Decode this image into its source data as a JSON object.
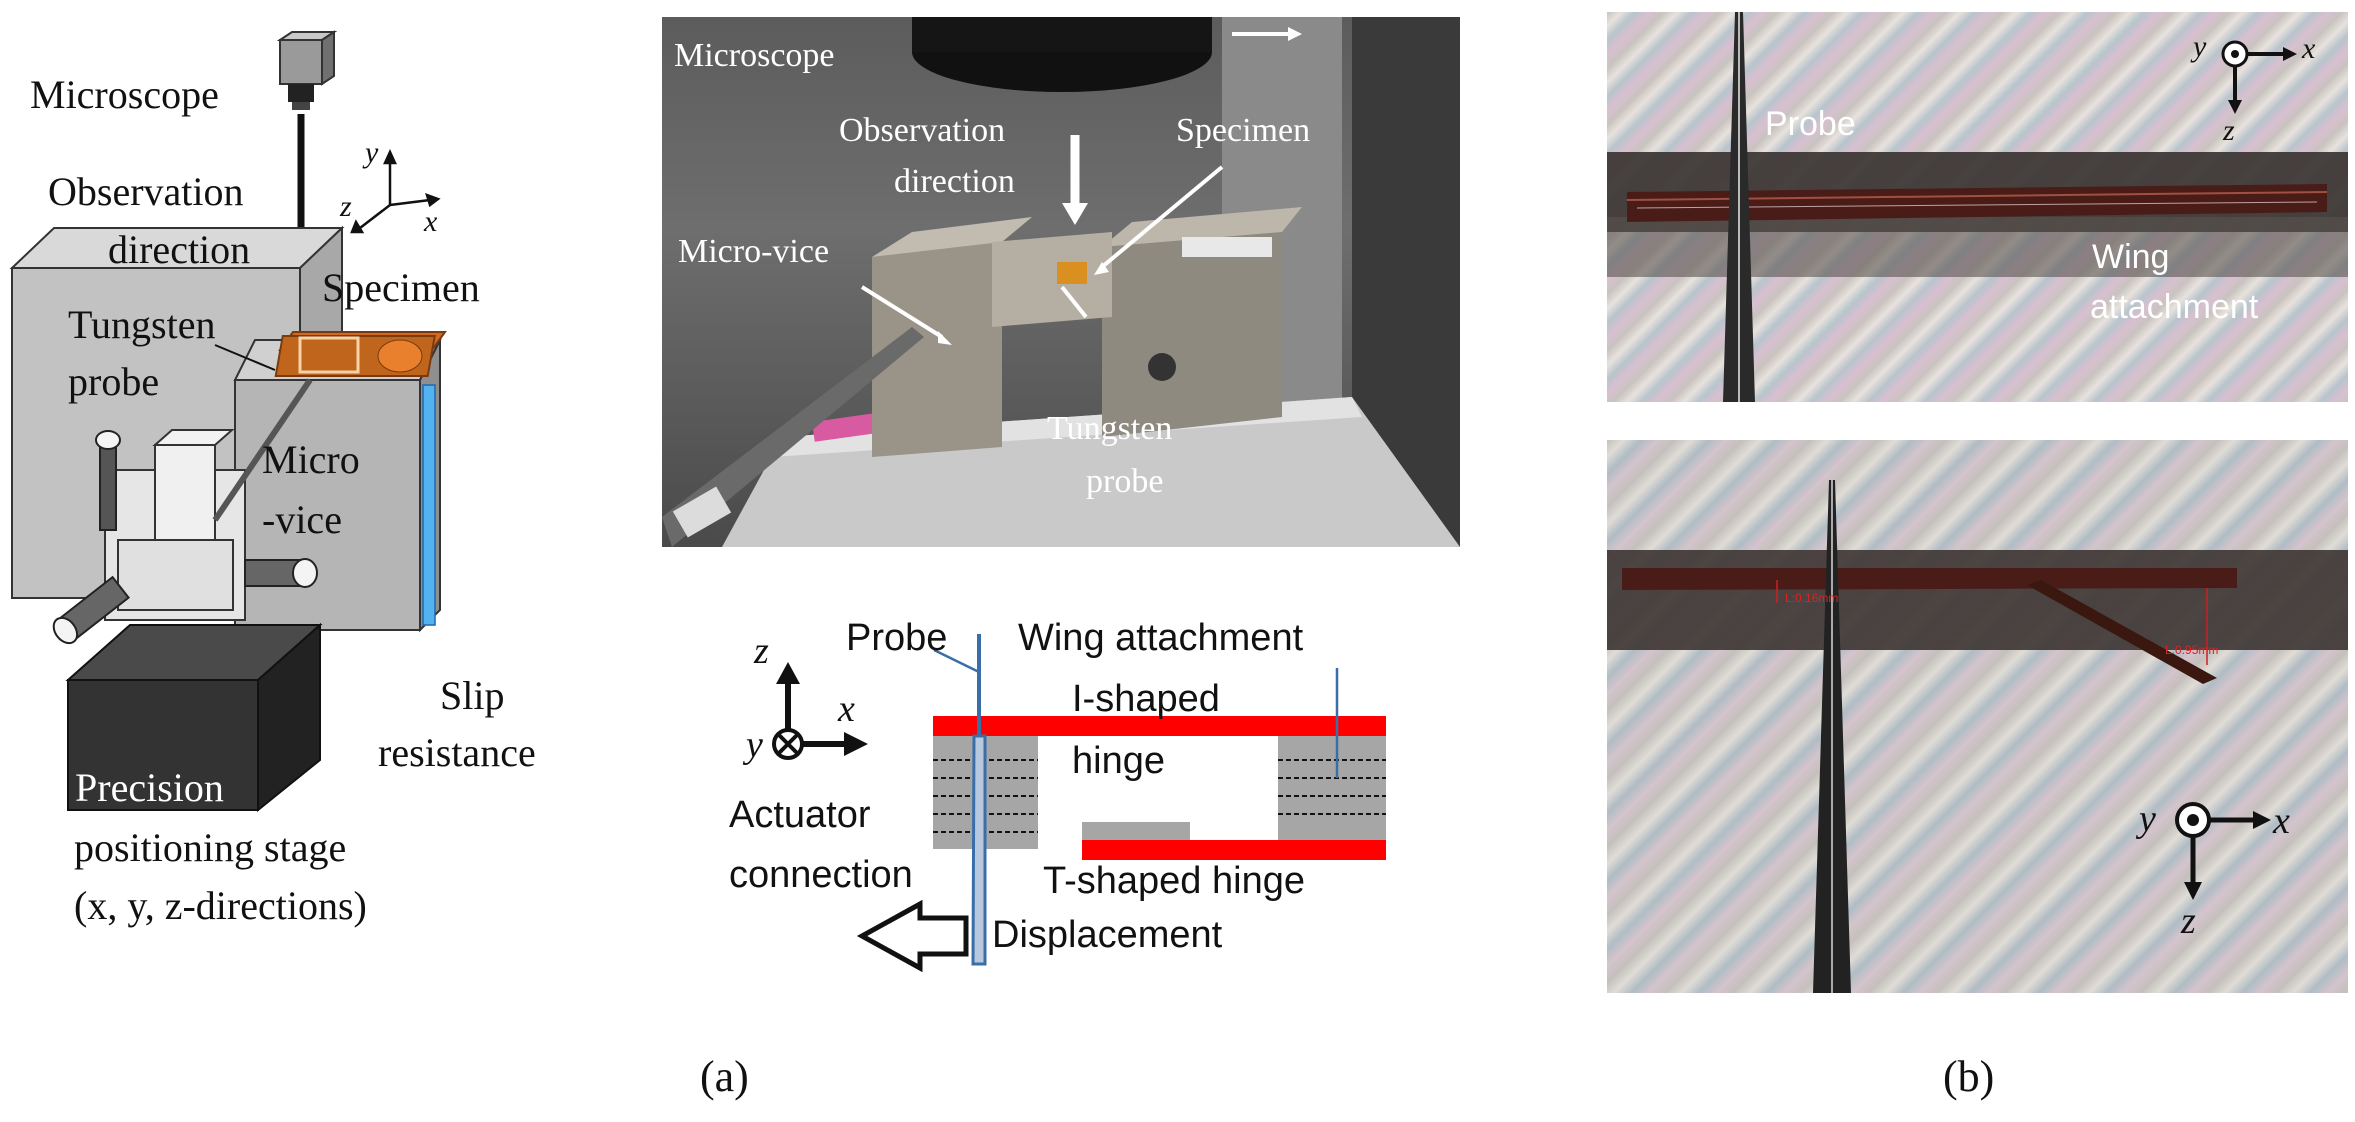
{
  "left_diagram": {
    "microscope": "Microscope",
    "observation_line1": "Observation",
    "observation_line2": "direction",
    "specimen": "Specimen",
    "tungsten_line1": "Tungsten",
    "tungsten_line2": "probe",
    "micro_line1": "Micro",
    "micro_line2": "-vice",
    "slip_line1": "Slip",
    "slip_line2": "resistance",
    "precision": "Precision",
    "positioning": "positioning stage",
    "directions": "(x, y, z-directions)",
    "axis_x": "x",
    "axis_y": "y",
    "axis_z": "z"
  },
  "center_photo": {
    "microscope": "Microscope",
    "observation_line1": "Observation",
    "observation_line2": "direction",
    "specimen": "Specimen",
    "microvice": "Micro-vice",
    "tungsten_line1": "Tungsten",
    "tungsten_line2": "probe"
  },
  "center_schematic": {
    "axis_z": "z",
    "axis_x": "x",
    "axis_y": "y",
    "probe": "Probe",
    "wing_attachment": "Wing attachment",
    "i_hinge_line1": "I-shaped",
    "i_hinge_line2": "hinge",
    "actuator_line1": "Actuator",
    "actuator_line2": "connection",
    "t_hinge": "T-shaped hinge",
    "displacement": "Displacement",
    "colors": {
      "plate": "#ff0000",
      "probe": "#3a6ea8",
      "block": "#9a9a9a"
    }
  },
  "right_top_photo": {
    "probe": "Probe",
    "wing_line1": "Wing",
    "wing_line2": "attachment",
    "axis_y": "y",
    "axis_x": "x",
    "axis_z": "z"
  },
  "right_bottom_photo": {
    "measure1": "L:0.16mm",
    "measure2": "L:0.95mm",
    "axis_y": "y",
    "axis_x": "x",
    "axis_z": "z"
  },
  "captions": {
    "a": "(a)",
    "b": "(b)"
  }
}
